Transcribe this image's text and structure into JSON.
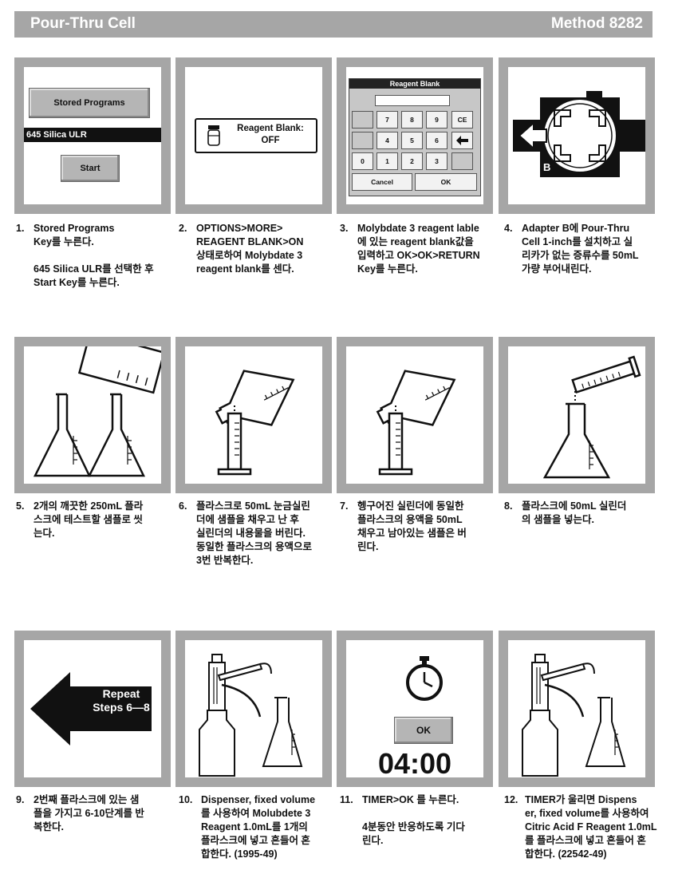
{
  "header": {
    "left": "Pour-Thru Cell",
    "right": "Method 8282"
  },
  "step1": {
    "stored_programs": "Stored Programs",
    "program": "645 Silica ULR",
    "start": "Start"
  },
  "step2": {
    "reagent_blank": "Reagent Blank:",
    "status": "OFF"
  },
  "step3": {
    "title": "Reagent Blank",
    "row1": [
      "7",
      "8",
      "9",
      "CE"
    ],
    "row2": [
      "4",
      "5",
      "6"
    ],
    "row3": [
      "0",
      "1",
      "2",
      "3"
    ],
    "cancel": "Cancel",
    "ok": "OK"
  },
  "step8b_label": "B",
  "step9": {
    "repeat": "Repeat\nSteps 6—8"
  },
  "step11": {
    "ok": "OK",
    "time": "04:00"
  },
  "captions": [
    {
      "num": "1.",
      "text": "Stored Programs\nKey를 누른다.\n\n645 Silica ULR를 선택한 후\nStart Key를 누른다."
    },
    {
      "num": "2.",
      "text": "OPTIONS>MORE>\nREAGENT BLANK>ON\n상태로하여 Molybdate 3\nreagent blank를 센다."
    },
    {
      "num": "3.",
      "text": "Molybdate 3 reagent lable\n에 있는 reagent blank값을\n입력하고 OK>OK>RETURN\n     Key를 누른다."
    },
    {
      "num": "4.",
      "text": "Adapter B에 Pour-Thru\nCell 1-inch를 설치하고 실\n리카가 없는 증류수를 50mL\n가량 부어내린다."
    },
    {
      "num": "5.",
      "text": "2개의 깨끗한 250mL 플라\n스크에 테스트할 샘플로 씻\n는다."
    },
    {
      "num": "6.",
      "text": "플라스크로 50mL 눈금실린\n더에 샘플을 채우고 난 후\n실린더의 내용물을 버린다.\n동일한 플라스크의 용액으로\n3번 반복한다."
    },
    {
      "num": "7.",
      "text": "헹구어진 실린더에 동일한\n플라스크의 용액을 50mL\n채우고 남아있는 샘플은 버\n린다."
    },
    {
      "num": "8.",
      "text": "플라스크에 50mL 실린더\n의 샘플을 넣는다."
    },
    {
      "num": "9.",
      "text": "2번째 플라스크에 있는 샘\n플을 가지고 6-10단계를 반\n복한다."
    },
    {
      "num": "10.",
      "text": "Dispenser, fixed volume\n를 사용하여 Molubdete 3\nReagent 1.0mL를 1개의\n플라스크에 넣고 흔들어 혼\n합한다. (1995-49)"
    },
    {
      "num": "11.",
      "text": "TIMER>OK 를 누른다.\n\n4분동안 반응하도록 기다\n린다."
    },
    {
      "num": "12.",
      "text": "TIMER가 울리면 Dispens\ner, fixed volume를 사용하여\nCitric Acid F Reagent 1.0mL\n를 플라스크에 넣고 흔들어 혼\n합한다. (22542-49)"
    }
  ]
}
